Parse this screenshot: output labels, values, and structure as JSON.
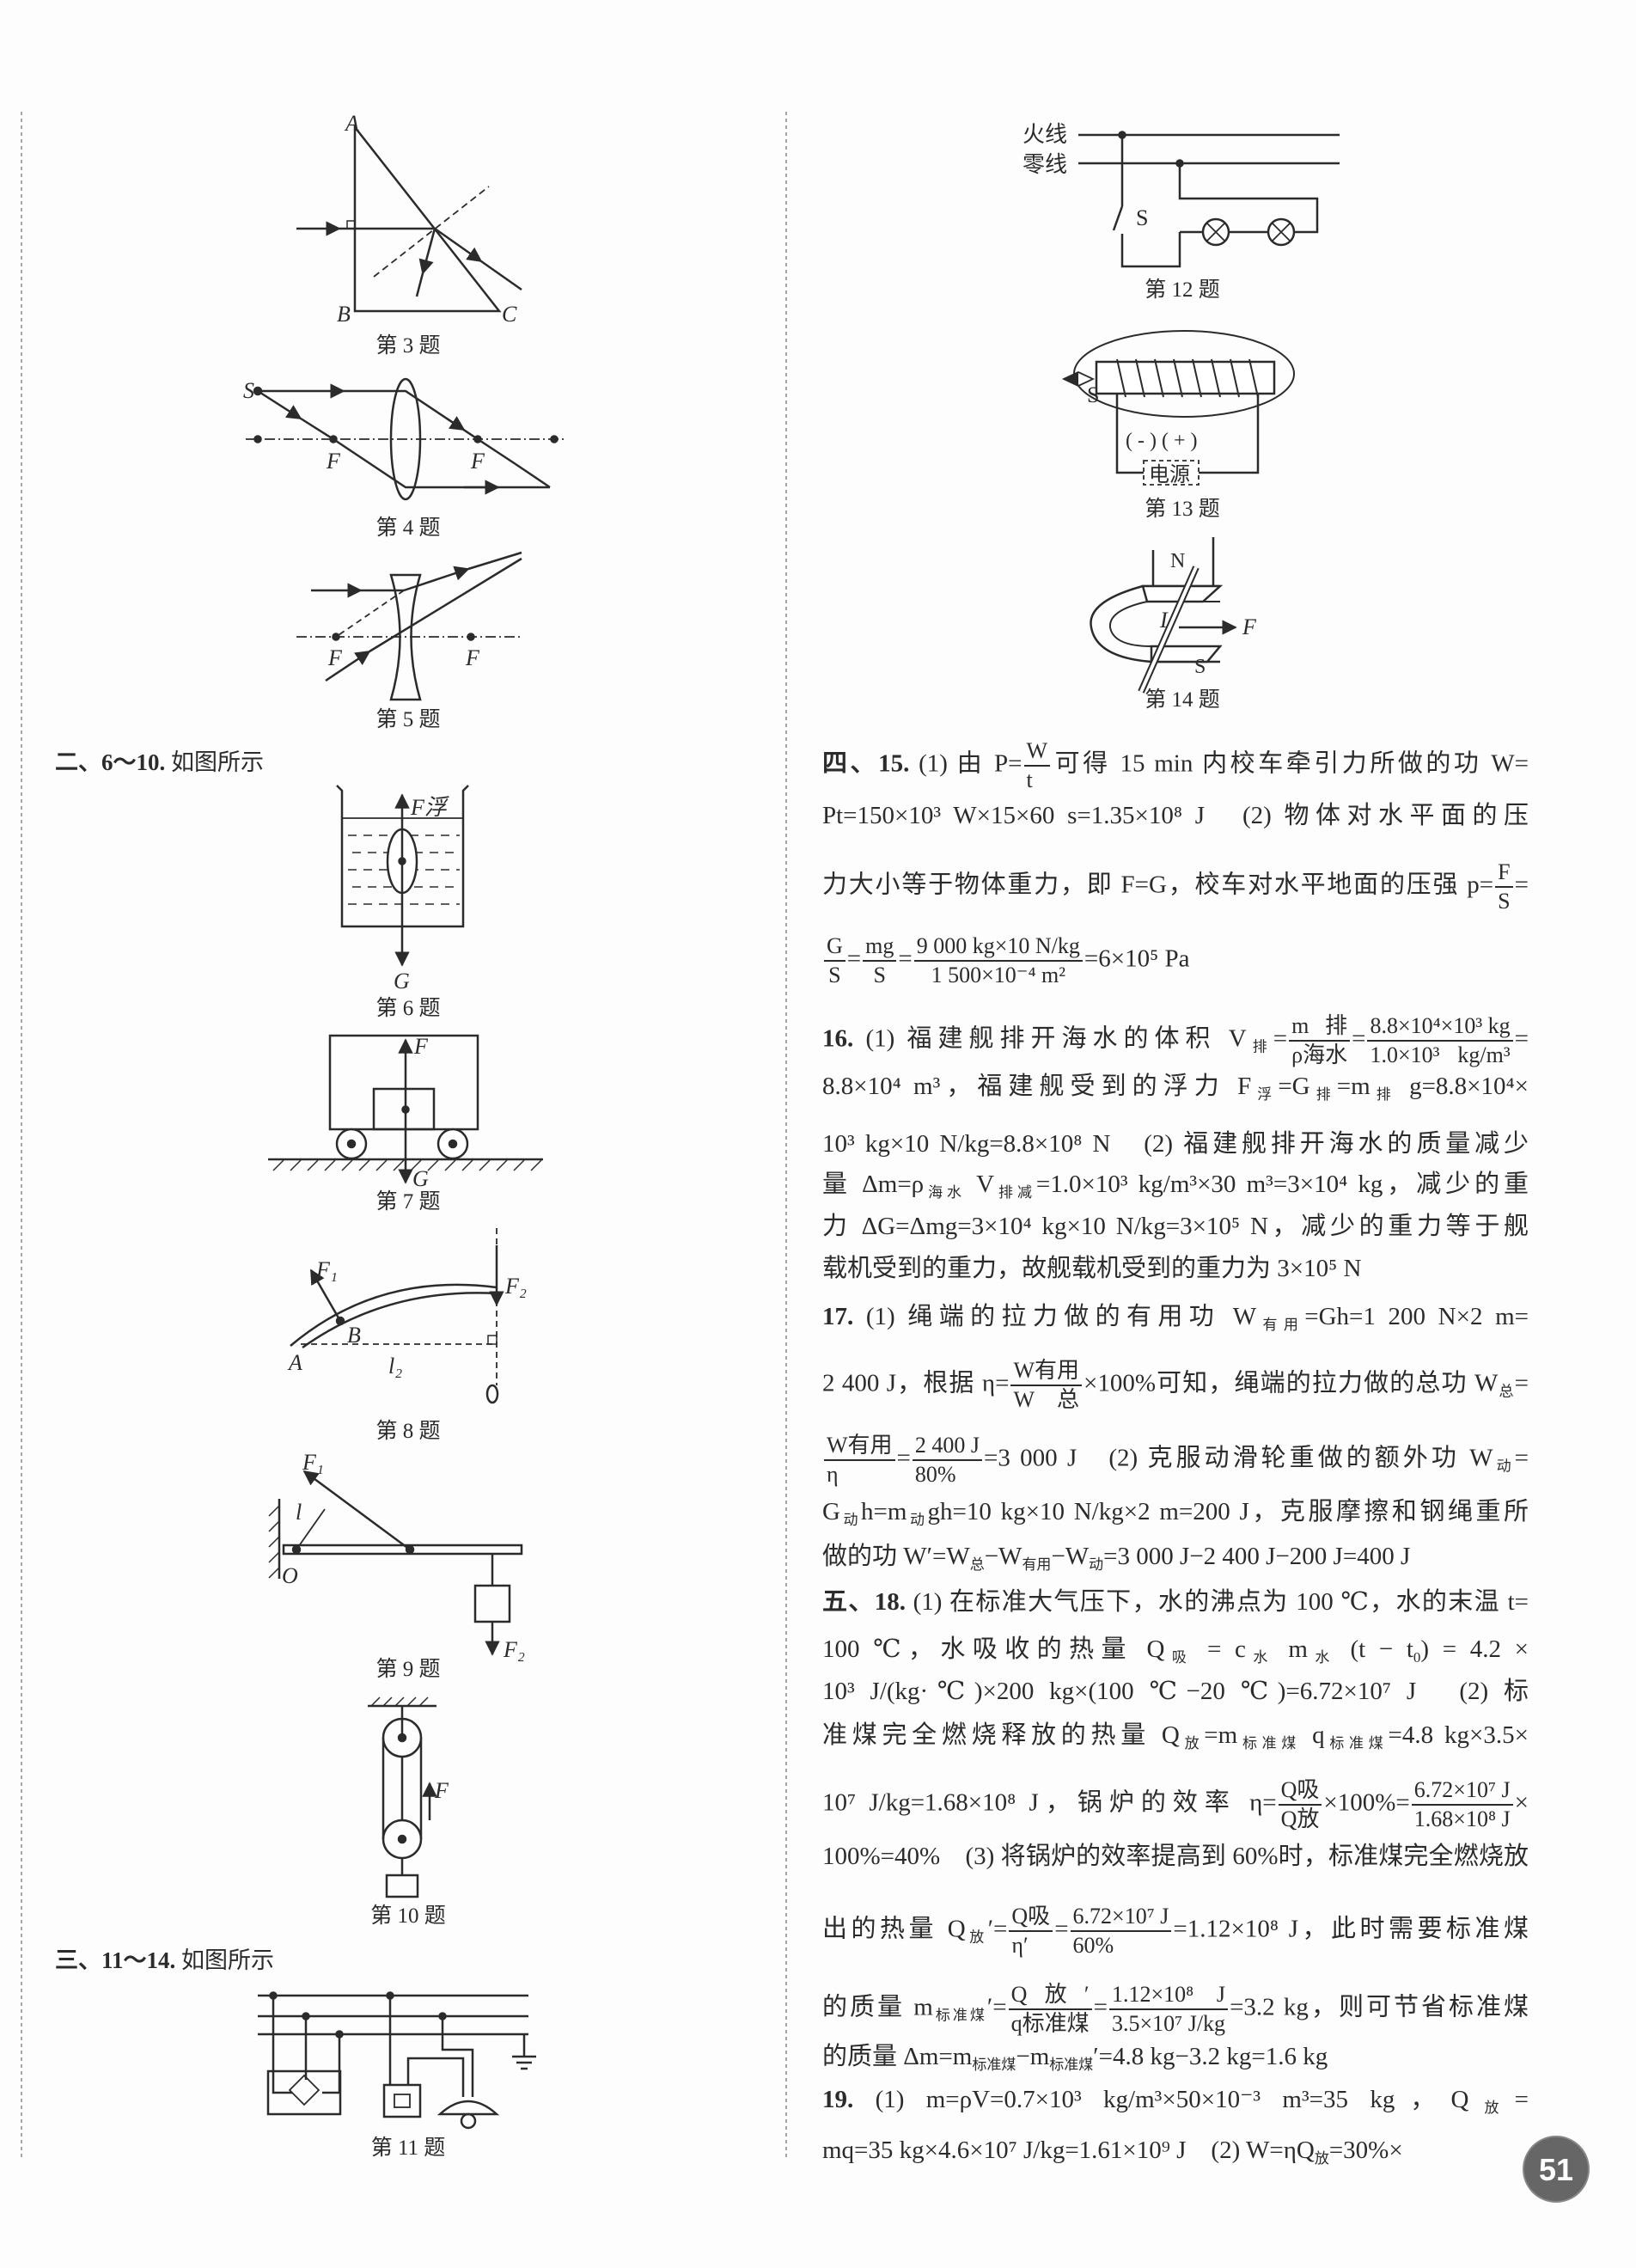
{
  "page_number": "51",
  "sections": {
    "s2": {
      "num": "二、6～10.",
      "text": "如图所示"
    },
    "s3": {
      "num": "三、11～14.",
      "text": "如图所示"
    }
  },
  "figures": {
    "fig3": {
      "caption": "第 3 题",
      "A": "A",
      "B": "B",
      "C": "C"
    },
    "fig4": {
      "caption": "第 4 题",
      "S": "S",
      "F1": "F",
      "F2": "F"
    },
    "fig5": {
      "caption": "第 5 题",
      "F1": "F",
      "F2": "F"
    },
    "fig6": {
      "caption": "第 6 题",
      "F": "F浮",
      "G": "G"
    },
    "fig7": {
      "caption": "第 7 题",
      "F": "F",
      "G": "G"
    },
    "fig8": {
      "caption": "第 8 题",
      "A": "A",
      "B": "B",
      "F1": "F₁",
      "F2": "F₂",
      "l2": "l₂"
    },
    "fig9": {
      "caption": "第 9 题",
      "O": "O",
      "l": "l",
      "F1": "F₁",
      "F2": "F₂"
    },
    "fig10": {
      "caption": "第 10 题",
      "F": "F"
    },
    "fig11": {
      "caption": "第 11 题"
    },
    "fig12": {
      "caption": "第 12 题",
      "live": "火线",
      "neutral": "零线",
      "S": "S"
    },
    "fig13": {
      "caption": "第 13 题",
      "S": "S",
      "poles": "( - ) ( + )",
      "source": "电源"
    },
    "fig14": {
      "caption": "第 14 题",
      "N": "N",
      "S": "S",
      "I": "I",
      "F": "F"
    }
  },
  "answers": [
    {
      "lines": [
        [
          {
            "b": "四、15."
          },
          " (1) 由 P=",
          {
            "frac": [
              "W",
              "t"
            ]
          },
          "可得 15 min 内校车牵引力所做的功 W="
        ],
        [
          "Pt=150×10³ W×15×60 s=1.35×10⁸ J　(2) 物体对水平面的压"
        ],
        [
          "力大小等于物体重力，即 F=G，校车对水平地面的压强 p=",
          {
            "frac": [
              "F",
              "S"
            ]
          },
          "="
        ],
        [
          {
            "frac": [
              "G",
              "S"
            ]
          },
          "=",
          {
            "frac": [
              "mg",
              "S"
            ]
          },
          "=",
          {
            "frac": [
              "9 000 kg×10 N/kg",
              "1 500×10⁻⁴ m²"
            ]
          },
          "=6×10⁵ Pa"
        ]
      ]
    },
    {
      "lines": [
        [
          {
            "b": "16."
          },
          " (1) 福建舰排开海水的体积 V",
          {
            "sub": "排"
          },
          "=",
          {
            "frac": [
              "m排",
              "ρ海水"
            ]
          },
          "=",
          {
            "frac": [
              "8.8×10⁴×10³ kg",
              "1.0×10³ kg/m³"
            ]
          },
          "="
        ],
        [
          "8.8×10⁴ m³，福建舰受到的浮力 F",
          {
            "sub": "浮"
          },
          "=G",
          {
            "sub": "排"
          },
          "=m",
          {
            "sub": "排"
          },
          " g=8.8×10⁴×"
        ],
        [
          "10³ kg×10 N/kg=8.8×10⁸ N　(2) 福建舰排开海水的质量减少"
        ],
        [
          "量 Δm=ρ",
          {
            "sub": "海水"
          },
          " V",
          {
            "sub": "排减"
          },
          "=1.0×10³ kg/m³×30 m³=3×10⁴ kg，减少的重"
        ],
        [
          "力 ΔG=Δmg=3×10⁴ kg×10 N/kg=3×10⁵ N，减少的重力等于舰"
        ],
        [
          "载机受到的重力，故舰载机受到的重力为 3×10⁵ N"
        ]
      ]
    },
    {
      "lines": [
        [
          {
            "b": "17."
          },
          " (1) 绳端的拉力做的有用功 W",
          {
            "sub": "有用"
          },
          "=Gh=1 200 N×2 m="
        ],
        [
          "2 400 J，根据 η=",
          {
            "frac": [
              "W有用",
              "W总"
            ]
          },
          "×100%可知，绳端的拉力做的总功 W",
          {
            "sub": "总"
          },
          "="
        ],
        [
          {
            "frac": [
              "W有用",
              "η"
            ]
          },
          "=",
          {
            "frac": [
              "2 400 J",
              "80%"
            ]
          },
          "=3 000 J　(2) 克服动滑轮重做的额外功 W",
          {
            "sub": "动"
          },
          "="
        ],
        [
          "G",
          {
            "sub": "动"
          },
          "h=m",
          {
            "sub": "动"
          },
          "gh=10 kg×10 N/kg×2 m=200 J，克服摩擦和钢绳重所"
        ],
        [
          "做的功 W′=W",
          {
            "sub": "总"
          },
          "−W",
          {
            "sub": "有用"
          },
          "−W",
          {
            "sub": "动"
          },
          "=3 000 J−2 400 J−200 J=400 J"
        ]
      ]
    },
    {
      "lines": [
        [
          {
            "b": "五、18."
          },
          " (1) 在标准大气压下，水的沸点为 100 ℃，水的末温 t="
        ],
        [
          "100 ℃，水吸收的热量 Q",
          {
            "sub": "吸"
          },
          " = c",
          {
            "sub": "水"
          },
          " m",
          {
            "sub": "水"
          },
          " (t − t",
          {
            "sub": "0"
          },
          ") = 4.2 ×"
        ],
        [
          "10³ J/(kg·℃)×200 kg×(100 ℃−20 ℃)=6.72×10⁷ J　(2) 标"
        ],
        [
          "准煤完全燃烧释放的热量 Q",
          {
            "sub": "放"
          },
          "=m",
          {
            "sub": "标准煤"
          },
          " q",
          {
            "sub": "标准煤"
          },
          "=4.8 kg×3.5×"
        ],
        [
          "10⁷ J/kg=1.68×10⁸ J，锅炉的效率 η=",
          {
            "frac": [
              "Q吸",
              "Q放"
            ]
          },
          "×100%=",
          {
            "frac": [
              "6.72×10⁷ J",
              "1.68×10⁸ J"
            ]
          },
          "×"
        ],
        [
          "100%=40%　(3) 将锅炉的效率提高到 60%时，标准煤完全燃烧放"
        ],
        [
          "出的热量 Q",
          {
            "sub": "放"
          },
          "′=",
          {
            "frac": [
              "Q吸",
              "η′"
            ]
          },
          "=",
          {
            "frac": [
              "6.72×10⁷ J",
              "60%"
            ]
          },
          "=1.12×10⁸ J，此时需要标准煤"
        ],
        [
          "的质量 m",
          {
            "sub": "标准煤"
          },
          "′=",
          {
            "frac": [
              "Q放′",
              "q标准煤"
            ]
          },
          "=",
          {
            "frac": [
              "1.12×10⁸ J",
              "3.5×10⁷ J/kg"
            ]
          },
          "=3.2 kg，则可节省标准煤"
        ],
        [
          "的质量 Δm=m",
          {
            "sub": "标准煤"
          },
          "−m",
          {
            "sub": "标准煤"
          },
          "′=4.8 kg−3.2 kg=1.6 kg"
        ]
      ]
    },
    {
      "lines": [
        [
          {
            "b": "19."
          },
          " (1) m=ρV=0.7×10³ kg/m³×50×10⁻³ m³=35 kg，Q",
          {
            "sub": "放"
          },
          "="
        ],
        [
          "mq=35 kg×4.6×10⁷ J/kg=1.61×10⁹ J　(2) W=ηQ",
          {
            "sub": "放"
          },
          "=30%×"
        ]
      ]
    }
  ]
}
